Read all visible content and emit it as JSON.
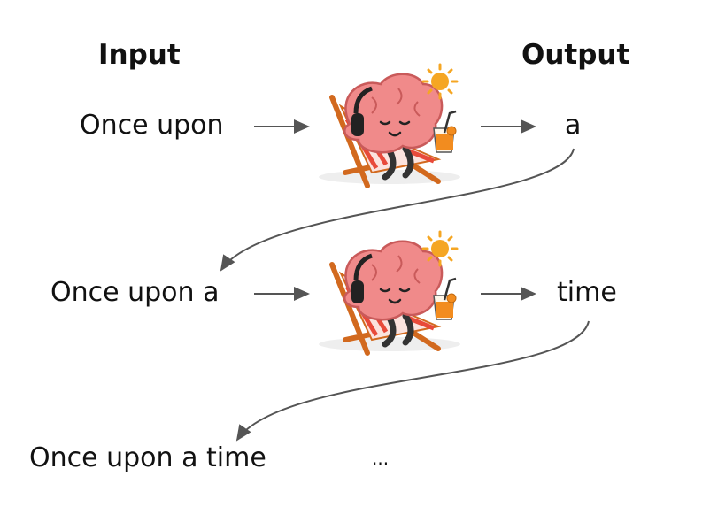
{
  "headers": {
    "input": "Input",
    "output": "Output"
  },
  "steps": [
    {
      "input": "Once upon",
      "output": "a"
    },
    {
      "input": "Once upon a",
      "output": "time"
    }
  ],
  "final": {
    "input": "Once upon a time",
    "output": "..."
  },
  "colors": {
    "arrow": "#555555",
    "brain": "#f08a8a",
    "brain_dark": "#c95a5a",
    "chair_frame": "#d2691e",
    "chair_stripe": "#e84a3a",
    "sun": "#f5a623",
    "drink": "#f28c1f"
  },
  "icons": [
    "relaxing-brain-on-deckchair-icon",
    "sun-icon",
    "juice-glass-icon"
  ]
}
